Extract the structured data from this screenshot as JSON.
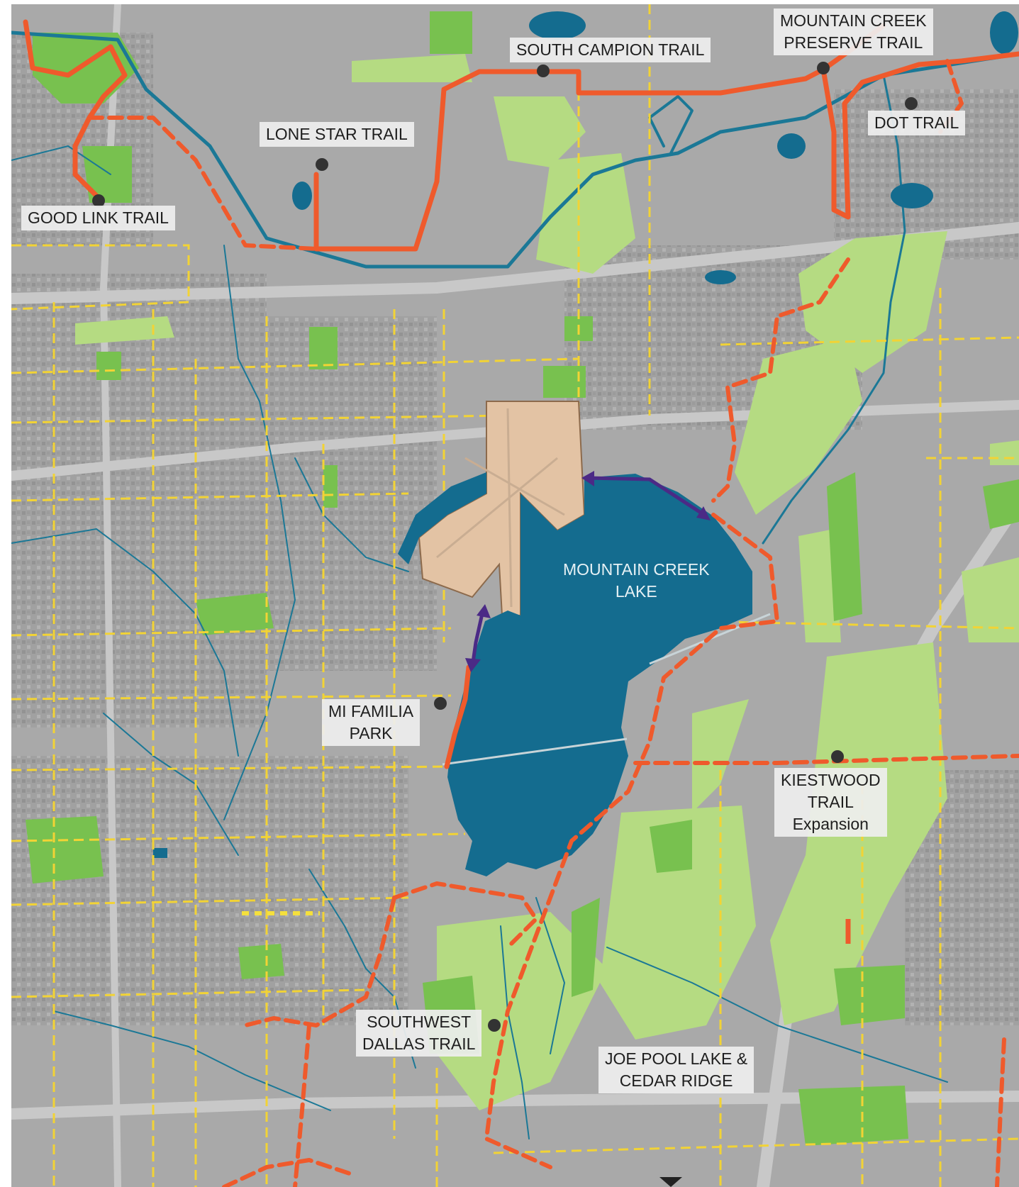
{
  "colors": {
    "background": "#a9a9a9",
    "neighborhood": "#9a9a9a",
    "highway": "#c6c6c6",
    "water": "#146c8f",
    "stream": "#1b7896",
    "park_light": "#b5db82",
    "park_dark": "#78c14f",
    "airport": "#e3c3a4",
    "trail_existing": "#ef5a2c",
    "trail_proposed": "#ef5a2c",
    "connector": "#4b2a86",
    "local_route": "#f2d335",
    "marker": "#333333"
  },
  "labels": {
    "south_campion": "SOUTH CAMPION TRAIL",
    "mountain_creek_preserve": [
      "MOUNTAIN CREEK",
      "PRESERVE TRAIL"
    ],
    "lone_star": "LONE STAR TRAIL",
    "dot": "DOT TRAIL",
    "good_link": "GOOD LINK TRAIL",
    "mountain_creek_lake": [
      "MOUNTAIN CREEK",
      "LAKE"
    ],
    "mi_familia": [
      "MI FAMILIA",
      "PARK"
    ],
    "kiestwood": [
      "KIESTWOOD",
      "TRAIL",
      "Expansion"
    ],
    "southwest_dallas": [
      "SOUTHWEST",
      "DALLAS TRAIL"
    ],
    "joe_pool": [
      "JOE POOL LAKE &",
      "CEDAR RIDGE"
    ]
  },
  "icons": {
    "trailhead": "trailhead-marker-icon",
    "direction": "down-arrow-icon"
  }
}
